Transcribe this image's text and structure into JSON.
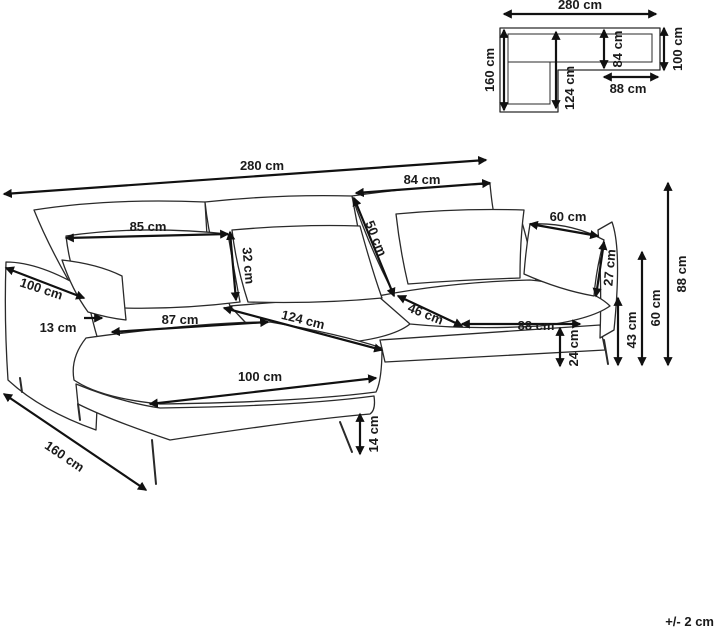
{
  "top_view": {
    "width_label": "280 cm",
    "depth_label": "160 cm",
    "seat_depth_label": "124 cm",
    "inner_depth_label": "84 cm",
    "side_depth_label": "100 cm",
    "armrest_width_label": "88 cm"
  },
  "main_view": {
    "total_width": "280 cm",
    "back_cushion_width": "84 cm",
    "pillow_width": "85 cm",
    "small_pillow_width": "60 cm",
    "back_height": "50 cm",
    "pillow_height": "32 cm",
    "small_pillow_height": "27 cm",
    "total_height": "88 cm",
    "back_height_60": "60 cm",
    "seat_height": "43 cm",
    "leg_height_24": "24 cm",
    "seat_width_88": "88 cm",
    "seat_depth_46": "46 cm",
    "seat_length_124": "124 cm",
    "chaise_inner_87": "87 cm",
    "chaise_width_100": "100 cm",
    "chaise_depth_100": "100 cm",
    "armrest_13": "13 cm",
    "chaise_length_160": "160 cm",
    "chaise_leg_14": "14 cm"
  },
  "tolerance": "+/- 2 cm"
}
